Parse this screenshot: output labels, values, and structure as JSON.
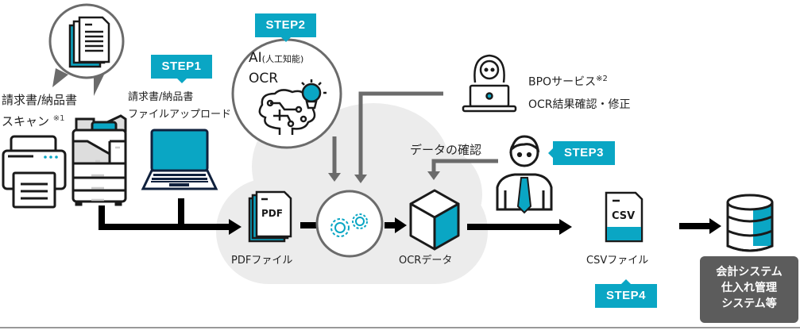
{
  "colors": {
    "accent": "#0aa6c4",
    "connector_gray": "#6b6b6b",
    "cloud_bg": "#ececec",
    "system_box": "#5c5c5c",
    "ink": "#1a1a1a"
  },
  "steps": {
    "step1": "STEP1",
    "step2": "STEP2",
    "step3": "STEP3",
    "step4": "STEP4"
  },
  "scan": {
    "line1": "請求書/納品書",
    "line2": "スキャン",
    "note": "※1"
  },
  "upload": {
    "line1": "請求書/納品書",
    "line2": "ファイルアップロード"
  },
  "ai": {
    "title": "AI",
    "subtitle": "(人工知能)",
    "ocr": "OCR"
  },
  "bpo": {
    "line1": "BPOサービス",
    "note": "※2",
    "line2": "OCR結果確認・修正"
  },
  "check": {
    "label": "データの確認"
  },
  "nodes": {
    "pdf_icon": "PDF",
    "pdf_label": "PDFファイル",
    "ocr_label": "OCRデータ",
    "csv_icon": "CSV",
    "csv_label": "CSVファイル"
  },
  "system": {
    "line1": "会計システム",
    "line2": "仕入れ管理",
    "line3": "システム等"
  }
}
